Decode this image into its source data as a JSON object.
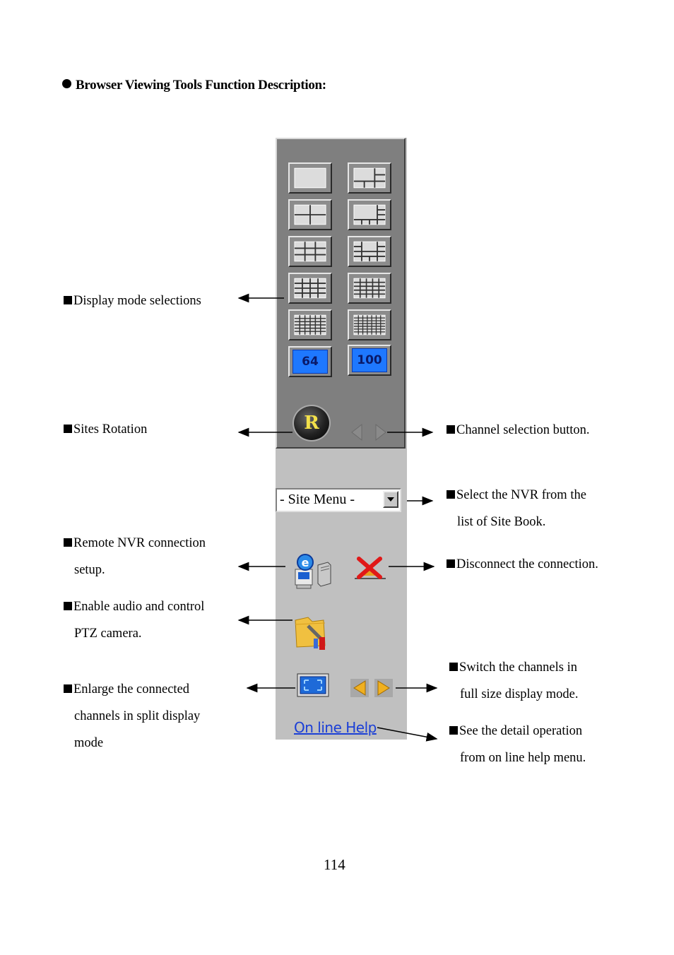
{
  "heading": "Browser Viewing Tools Function Description:",
  "toolbar": {
    "mode_64": "64",
    "mode_100": "100",
    "rotation_letter": "R",
    "site_menu": "- Site Menu -",
    "help_link": "On line Help"
  },
  "labels": {
    "display_mode": "Display mode selections",
    "sites_rotation": "Sites Rotation",
    "channel_selection": "Channel selection button.",
    "select_nvr_1": "Select the NVR from the",
    "select_nvr_2": "list of Site Book.",
    "remote_nvr_1": "Remote NVR connection",
    "remote_nvr_2": "setup.",
    "disconnect": "Disconnect the connection.",
    "audio_ptz_1": "Enable audio and control",
    "audio_ptz_2": "PTZ camera.",
    "switch_channels_1": "Switch the channels in",
    "switch_channels_2": "full size display mode.",
    "enlarge_1": "Enlarge the connected",
    "enlarge_2": "channels in split display",
    "enlarge_3": "mode",
    "detail_help_1": "See the detail operation",
    "detail_help_2": "from on line help menu."
  },
  "page_number": "114",
  "colors": {
    "panel_dark": "#7f7f7f",
    "panel_light": "#c0c0c0",
    "mode_blue": "#1e78ff",
    "link_blue": "#1b3fd6"
  }
}
